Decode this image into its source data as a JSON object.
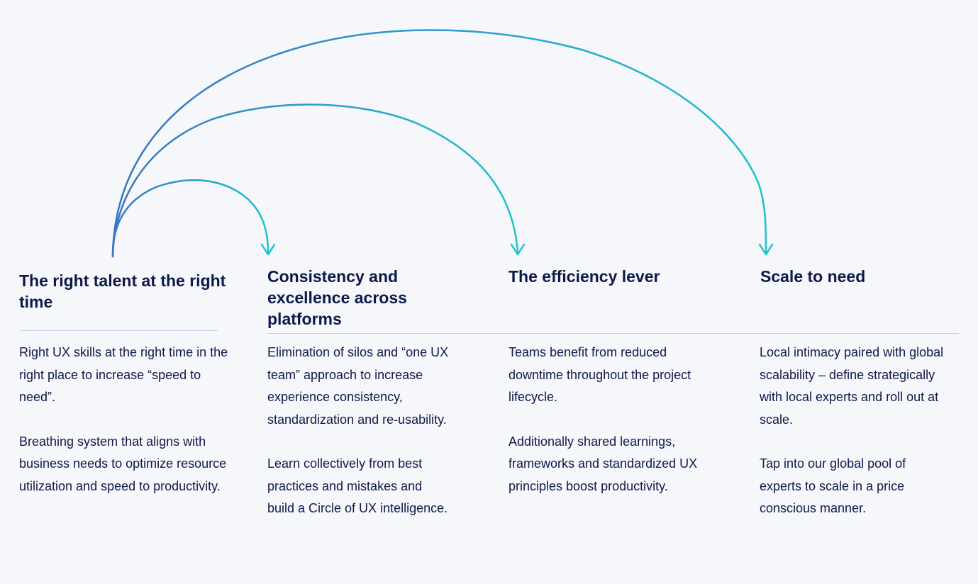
{
  "colors": {
    "background": "#f5f7fa",
    "text": "#0c1a4b",
    "divider": "#b9d4ef",
    "arc_start": "#3a74c4",
    "arc_end": "#1ec3cc"
  },
  "arcs": [
    {
      "from": "column-1",
      "to": "column-2"
    },
    {
      "from": "column-1",
      "to": "column-3"
    },
    {
      "from": "column-1",
      "to": "column-4"
    }
  ],
  "columns": [
    {
      "heading": "The right talent at the right time",
      "paragraphs": [
        "Right UX skills at the right time in the right place to increase “speed to need”.",
        "Breathing system that aligns with business needs to optimize resource utilization and speed to productivity."
      ]
    },
    {
      "heading": "Consistency and excellence across platforms",
      "paragraphs": [
        "Elimination of silos and “one UX team” approach to increase experience consistency, standardization and re-usability.",
        "Learn collectively from best practices and mistakes and build a Circle of UX intelligence."
      ]
    },
    {
      "heading": "The efficiency lever",
      "paragraphs": [
        "Teams benefit from reduced downtime throughout the project lifecycle.",
        "Additionally shared learnings, frameworks and standardized UX principles boost productivity."
      ]
    },
    {
      "heading": "Scale to need",
      "paragraphs": [
        "Local intimacy paired with global scalability – define strategically with local experts and roll out at scale.",
        "Tap into our global pool of experts to scale in a price conscious manner."
      ]
    }
  ]
}
